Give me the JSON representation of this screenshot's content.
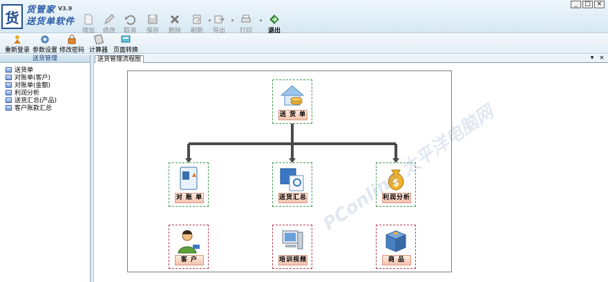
{
  "app": {
    "logo_char": "货",
    "name_line1": "货管家",
    "name_line2": "送货单软件",
    "version": "V3.9"
  },
  "window_controls": {
    "minimize": "_",
    "maximize": "□",
    "close": "×"
  },
  "toolbar": {
    "items": [
      {
        "label": "增加",
        "icon": "add-doc-icon",
        "enabled": false
      },
      {
        "label": "修改",
        "icon": "edit-icon",
        "enabled": false
      },
      {
        "label": "取消",
        "icon": "undo-icon",
        "enabled": false
      },
      {
        "label": "保存",
        "icon": "save-icon",
        "enabled": false
      },
      {
        "label": "删除",
        "icon": "delete-icon",
        "enabled": false
      },
      {
        "label": "刷新",
        "icon": "refresh-icon",
        "enabled": false
      },
      {
        "label": "导出",
        "icon": "export-icon",
        "enabled": false
      },
      {
        "label": "打印",
        "icon": "print-icon",
        "enabled": false
      },
      {
        "label": "退出",
        "icon": "exit-icon",
        "enabled": true
      }
    ]
  },
  "toolbar2": {
    "items": [
      {
        "label": "重新登录",
        "icon": "relogin-icon"
      },
      {
        "label": "参数设置",
        "icon": "settings-icon"
      },
      {
        "label": "修改密码",
        "icon": "password-icon"
      },
      {
        "label": "计算器",
        "icon": "calculator-icon"
      },
      {
        "label": "页面转换",
        "icon": "page-switch-icon"
      }
    ]
  },
  "sidebar": {
    "title": "送货管理",
    "items": [
      {
        "label": "送货单"
      },
      {
        "label": "对账单(客户)"
      },
      {
        "label": "对账单(金额)"
      },
      {
        "label": "利润分析"
      },
      {
        "label": "送货汇总(产品)"
      },
      {
        "label": "客户账款汇总"
      }
    ]
  },
  "tabs": {
    "active": "送货管理流程图",
    "dropdown_glyph": "▾",
    "close_glyph": "×"
  },
  "flow": {
    "top": {
      "label": "送 货 单",
      "icon": "delivery-note-icon"
    },
    "middle": [
      {
        "label": "对 账 单",
        "icon": "statement-icon"
      },
      {
        "label": "送货汇总",
        "icon": "delivery-summary-icon"
      },
      {
        "label": "利润分析",
        "icon": "profit-analysis-icon"
      }
    ],
    "bottom": [
      {
        "label": "客 户",
        "icon": "customer-icon"
      },
      {
        "label": "培训视频",
        "icon": "training-video-icon"
      },
      {
        "label": "商 品",
        "icon": "product-icon"
      }
    ]
  },
  "watermark": "PConline 太平洋电脑网",
  "colors": {
    "node_border_green": "#3c9a48",
    "node_border_red": "#b0374a",
    "connector": "#4a4a4a",
    "label_fill": "#f4c2ad"
  }
}
